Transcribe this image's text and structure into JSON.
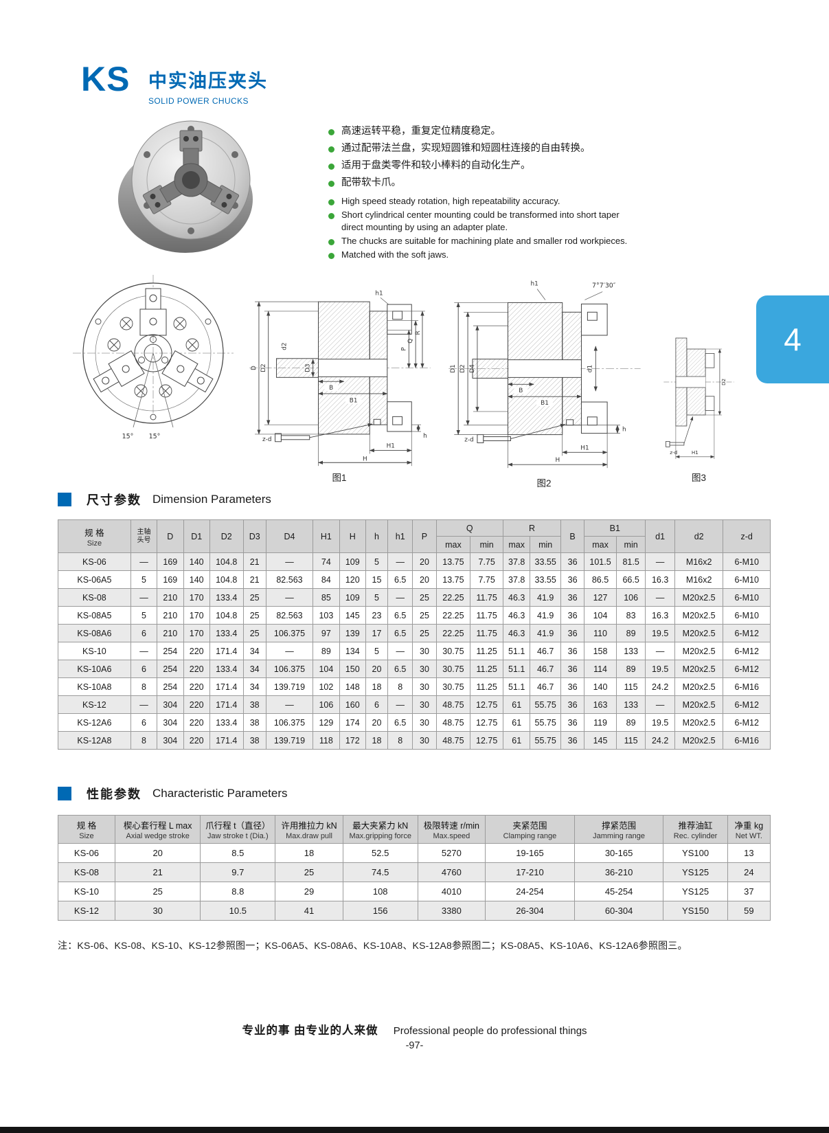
{
  "colors": {
    "accent_blue": "#0069b4",
    "tab_blue": "#3aa7de",
    "bullet_green": "#3ba639",
    "table_header_bg": "#d3d3d3",
    "table_row_alt": "#eaeaea"
  },
  "header": {
    "model": "KS",
    "title_cn": "中实油压夹头",
    "title_en": "SOLID POWER CHUCKS"
  },
  "features_cn": [
    "高速运转平稳，重复定位精度稳定。",
    "通过配带法兰盘，实现短圆锥和短圆柱连接的自由转换。",
    "适用于盘类零件和较小棒料的自动化生产。",
    "配带软卡爪。"
  ],
  "features_en": [
    "High speed steady rotation, high repeatability accuracy.",
    "Short cylindrical center mounting could be transformed into short taper direct mounting by using an adapter plate.",
    "The chucks are suitable for machining plate and smaller rod workpieces.",
    "Matched with the soft jaws."
  ],
  "side_tab_label": "4",
  "drawings": {
    "front": {
      "labels": {
        "a1": "15°",
        "a2": "15°"
      }
    },
    "fig1": {
      "caption": "图1",
      "labels": {
        "D": "D",
        "D2": "D2",
        "D3": "D3",
        "d2": "d2",
        "B": "B",
        "B1": "B1",
        "P": "P",
        "Q": "Q",
        "R": "R",
        "h1": "h1",
        "h": "h",
        "zd": "z-d",
        "H1": "H1",
        "H": "H"
      }
    },
    "fig2": {
      "caption": "图2",
      "labels": {
        "angle": "7°7′30″",
        "h1": "h1",
        "D1": "D1",
        "D2": "D2",
        "D4": "D4",
        "d1": "d1",
        "B": "B",
        "B1": "B1",
        "zd": "z-d",
        "h": "h",
        "H1": "H1",
        "H": "H"
      }
    },
    "fig3": {
      "caption": "图3",
      "labels": {
        "D2": "D2",
        "zd": "z-d",
        "H1": "H1"
      }
    }
  },
  "dimension_table": {
    "section_title_cn": "尺寸参数",
    "section_title_en": "Dimension Parameters",
    "header": {
      "size_cn": "规 格",
      "size_en": "Size",
      "spindle_line1": "主轴",
      "spindle_line2": "头号",
      "cols": [
        "D",
        "D1",
        "D2",
        "D3",
        "D4",
        "H1",
        "H",
        "h",
        "h1",
        "P"
      ],
      "q": "Q",
      "r": "R",
      "b": "B",
      "b1": "B1",
      "max": "max",
      "min": "min",
      "tail": [
        "d1",
        "d2",
        "z-d"
      ]
    },
    "rows": [
      [
        "KS-06",
        "—",
        "169",
        "140",
        "104.8",
        "21",
        "—",
        "74",
        "109",
        "5",
        "—",
        "20",
        "13.75",
        "7.75",
        "37.8",
        "33.55",
        "36",
        "101.5",
        "81.5",
        "—",
        "M16x2",
        "6-M10"
      ],
      [
        "KS-06A5",
        "5",
        "169",
        "140",
        "104.8",
        "21",
        "82.563",
        "84",
        "120",
        "15",
        "6.5",
        "20",
        "13.75",
        "7.75",
        "37.8",
        "33.55",
        "36",
        "86.5",
        "66.5",
        "16.3",
        "M16x2",
        "6-M10"
      ],
      [
        "KS-08",
        "—",
        "210",
        "170",
        "133.4",
        "25",
        "—",
        "85",
        "109",
        "5",
        "—",
        "25",
        "22.25",
        "11.75",
        "46.3",
        "41.9",
        "36",
        "127",
        "106",
        "—",
        "M20x2.5",
        "6-M10"
      ],
      [
        "KS-08A5",
        "5",
        "210",
        "170",
        "104.8",
        "25",
        "82.563",
        "103",
        "145",
        "23",
        "6.5",
        "25",
        "22.25",
        "11.75",
        "46.3",
        "41.9",
        "36",
        "104",
        "83",
        "16.3",
        "M20x2.5",
        "6-M10"
      ],
      [
        "KS-08A6",
        "6",
        "210",
        "170",
        "133.4",
        "25",
        "106.375",
        "97",
        "139",
        "17",
        "6.5",
        "25",
        "22.25",
        "11.75",
        "46.3",
        "41.9",
        "36",
        "110",
        "89",
        "19.5",
        "M20x2.5",
        "6-M12"
      ],
      [
        "KS-10",
        "—",
        "254",
        "220",
        "171.4",
        "34",
        "—",
        "89",
        "134",
        "5",
        "—",
        "30",
        "30.75",
        "11.25",
        "51.1",
        "46.7",
        "36",
        "158",
        "133",
        "—",
        "M20x2.5",
        "6-M12"
      ],
      [
        "KS-10A6",
        "6",
        "254",
        "220",
        "133.4",
        "34",
        "106.375",
        "104",
        "150",
        "20",
        "6.5",
        "30",
        "30.75",
        "11.25",
        "51.1",
        "46.7",
        "36",
        "114",
        "89",
        "19.5",
        "M20x2.5",
        "6-M12"
      ],
      [
        "KS-10A8",
        "8",
        "254",
        "220",
        "171.4",
        "34",
        "139.719",
        "102",
        "148",
        "18",
        "8",
        "30",
        "30.75",
        "11.25",
        "51.1",
        "46.7",
        "36",
        "140",
        "115",
        "24.2",
        "M20x2.5",
        "6-M16"
      ],
      [
        "KS-12",
        "—",
        "304",
        "220",
        "171.4",
        "38",
        "—",
        "106",
        "160",
        "6",
        "—",
        "30",
        "48.75",
        "12.75",
        "61",
        "55.75",
        "36",
        "163",
        "133",
        "—",
        "M20x2.5",
        "6-M12"
      ],
      [
        "KS-12A6",
        "6",
        "304",
        "220",
        "133.4",
        "38",
        "106.375",
        "129",
        "174",
        "20",
        "6.5",
        "30",
        "48.75",
        "12.75",
        "61",
        "55.75",
        "36",
        "119",
        "89",
        "19.5",
        "M20x2.5",
        "6-M12"
      ],
      [
        "KS-12A8",
        "8",
        "304",
        "220",
        "171.4",
        "38",
        "139.719",
        "118",
        "172",
        "18",
        "8",
        "30",
        "48.75",
        "12.75",
        "61",
        "55.75",
        "36",
        "145",
        "115",
        "24.2",
        "M20x2.5",
        "6-M16"
      ]
    ]
  },
  "characteristic_table": {
    "section_title_cn": "性能参数",
    "section_title_en": "Characteristic Parameters",
    "headers": [
      {
        "cn": "规 格",
        "en": "Size"
      },
      {
        "cn": "楔心套行程 L max",
        "en": "Axial wedge stroke"
      },
      {
        "cn": "爪行程 t（直径）",
        "en": "Jaw stroke t (Dia.)"
      },
      {
        "cn": "许用推拉力 kN",
        "en": "Max.draw pull"
      },
      {
        "cn": "最大夹紧力 kN",
        "en": "Max.gripping force"
      },
      {
        "cn": "极限转速 r/min",
        "en": "Max.speed"
      },
      {
        "cn": "夹紧范围",
        "en": "Clamping range"
      },
      {
        "cn": "撑紧范围",
        "en": "Jamming range"
      },
      {
        "cn": "推荐油缸",
        "en": "Rec. cylinder"
      },
      {
        "cn": "净重 kg",
        "en": "Net WT."
      }
    ],
    "rows": [
      [
        "KS-06",
        "20",
        "8.5",
        "18",
        "52.5",
        "5270",
        "19-165",
        "30-165",
        "YS100",
        "13"
      ],
      [
        "KS-08",
        "21",
        "9.7",
        "25",
        "74.5",
        "4760",
        "17-210",
        "36-210",
        "YS125",
        "24"
      ],
      [
        "KS-10",
        "25",
        "8.8",
        "29",
        "108",
        "4010",
        "24-254",
        "45-254",
        "YS125",
        "37"
      ],
      [
        "KS-12",
        "30",
        "10.5",
        "41",
        "156",
        "3380",
        "26-304",
        "60-304",
        "YS150",
        "59"
      ]
    ]
  },
  "note": "注：KS-06、KS-08、KS-10、KS-12参照图一；KS-06A5、KS-08A6、KS-10A8、KS-12A8参照图二；KS-08A5、KS-10A6、KS-12A6参照图三。",
  "footer": {
    "slogan_cn": "专业的事  由专业的人来做",
    "slogan_en": "Professional people do professional things",
    "page_number": "-97-"
  }
}
